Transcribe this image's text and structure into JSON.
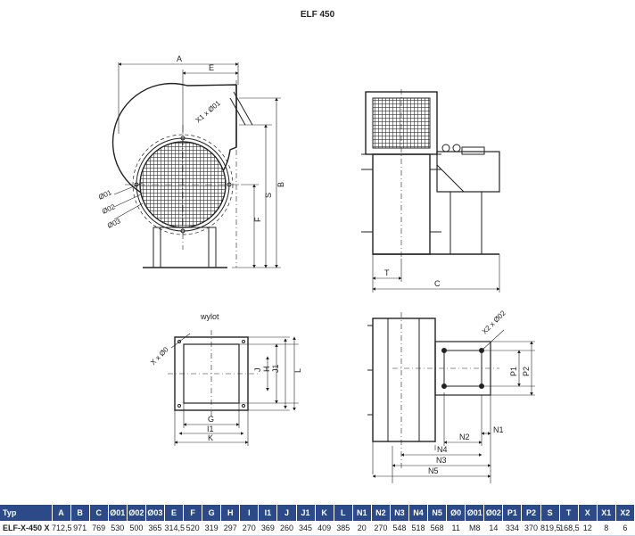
{
  "title": "ELF 450",
  "labels": {
    "A": "A",
    "E": "E",
    "B": "B",
    "S": "S",
    "F": "F",
    "H": "H",
    "X1": "X1 x Ø01",
    "D1": "Ø01",
    "D2": "Ø02",
    "D3": "Ø03",
    "T": "T",
    "C": "C",
    "wylot": "wylot",
    "X0": "X x Ø0",
    "J": "J",
    "H2": "H",
    "J1": "J1",
    "L": "L",
    "G": "G",
    "I1": "I1",
    "K": "K",
    "X2": "X2 x Ø02",
    "P1": "P1",
    "P2": "P2",
    "N1": "N1",
    "N2": "N2",
    "N4": "N4",
    "N3": "N3",
    "N5": "N5"
  },
  "table": {
    "headers": [
      "Typ",
      "A",
      "B",
      "C",
      "Ø01",
      "Ø02",
      "Ø03",
      "E",
      "F",
      "G",
      "H",
      "I",
      "I1",
      "J",
      "J1",
      "K",
      "L",
      "N1",
      "N2",
      "N3",
      "N4",
      "N5",
      "Ø0",
      "Ø01",
      "Ø02",
      "P1",
      "P2",
      "S",
      "T",
      "X",
      "X1",
      "X2"
    ],
    "rows": [
      [
        "ELF-X-450 X",
        "712,5",
        "971",
        "769",
        "530",
        "500",
        "365",
        "314,5",
        "520",
        "319",
        "297",
        "270",
        "369",
        "260",
        "345",
        "409",
        "385",
        "20",
        "270",
        "548",
        "518",
        "568",
        "11",
        "M8",
        "14",
        "334",
        "370",
        "819,5",
        "168,5",
        "12",
        "8",
        "6"
      ]
    ]
  }
}
